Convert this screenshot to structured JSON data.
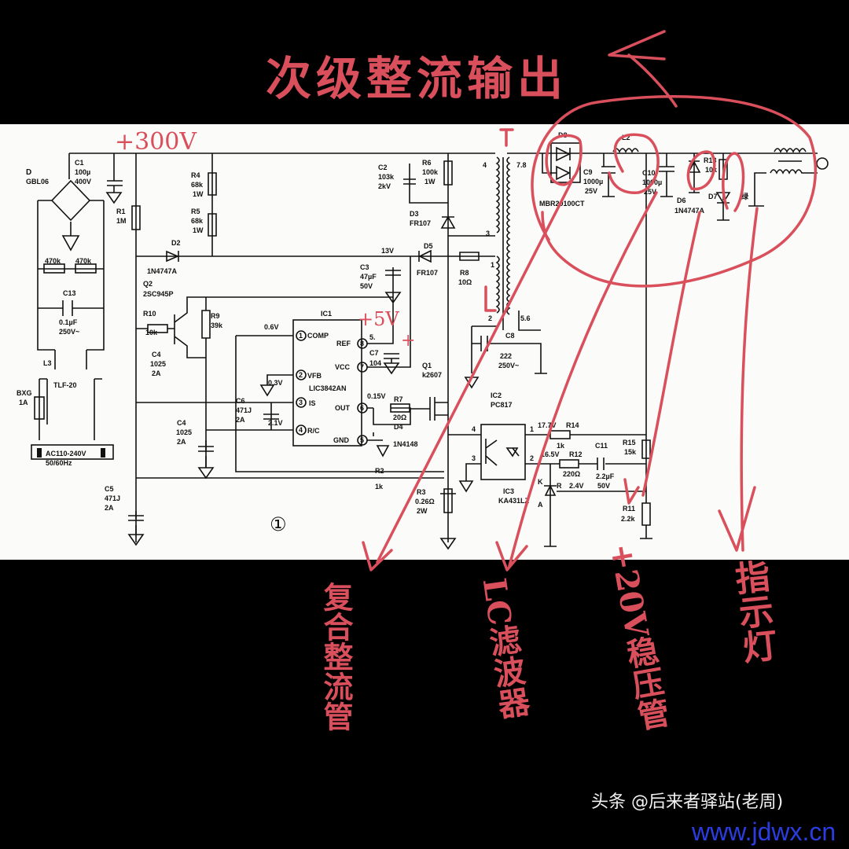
{
  "annotations": {
    "title": "次级整流输出",
    "v300": "+300V",
    "v5": "+5V",
    "plus": "+",
    "bottom": [
      "复合整流管",
      "LC滤波器",
      "+20V稳压管",
      "指示灯"
    ]
  },
  "watermark": {
    "author": "头条 @后来者驿站(老周)",
    "site": "www.jdwx.cn"
  },
  "colors": {
    "annotation": "#d9505c",
    "paper": "#fbfbfa",
    "ink": "#111111",
    "site": "#2b3de0"
  },
  "primary": {
    "d": [
      "D",
      "GBL06"
    ],
    "c1": [
      "C1",
      "100µ",
      "400V"
    ],
    "r1": [
      "R1",
      "1M"
    ],
    "r4": [
      "R4",
      "68k",
      "1W"
    ],
    "r5": [
      "R5",
      "68k",
      "1W"
    ],
    "d2": [
      "D2",
      "1N4747A"
    ],
    "r470": [
      "470k",
      "470k"
    ],
    "c13": [
      "C13",
      "0.1µF",
      "250V~"
    ],
    "l3": [
      "L3",
      "TLF-20"
    ],
    "fuse": [
      "BXG",
      "1A"
    ],
    "ac": [
      "AC110-240V",
      "50/60Hz"
    ],
    "q2": [
      "Q2",
      "2SC945P"
    ],
    "r10": [
      "R10",
      "10k"
    ],
    "r9": [
      "R9",
      "39k"
    ],
    "c4a": [
      "C4",
      "1025",
      "2A"
    ],
    "c4b": [
      "C4",
      "1025",
      "2A"
    ],
    "c5": [
      "C5",
      "471J",
      "2A"
    ],
    "c6": [
      "C6",
      "471J",
      "2A"
    ],
    "ic1": {
      "name": "IC1",
      "part": "LIC3842AN",
      "pins": [
        "1",
        "2",
        "3",
        "4",
        "5",
        "6",
        "7",
        "8"
      ],
      "pin_labels": [
        "COMP",
        "VFB",
        "IS",
        "R/C",
        "GND",
        "OUT",
        "VCC",
        "REF"
      ],
      "volts": [
        "0.6V",
        "0.3V",
        "2.1V",
        "0.15V",
        "5."
      ]
    },
    "c2": [
      "C2",
      "103k",
      "2kV"
    ],
    "r6": [
      "R6",
      "100k",
      "1W"
    ],
    "d3": [
      "D3",
      "FR107"
    ],
    "v13": "13V",
    "c3": [
      "C3",
      "47µF",
      "50V"
    ],
    "d5": [
      "D5",
      "FR107"
    ],
    "r8": [
      "R8",
      "10Ω"
    ],
    "c7": [
      "C7",
      "104"
    ],
    "q1": [
      "Q1",
      "k2607"
    ],
    "r7": [
      "R7",
      "20Ω"
    ],
    "d4": [
      "D4",
      "1N4148"
    ],
    "r2": [
      "R2",
      "1k"
    ],
    "r3": [
      "R3",
      "0.26Ω",
      "2W"
    ],
    "sheet_no": "①"
  },
  "transformer": {
    "pins": [
      "4",
      "3",
      "1",
      "2",
      "7.8",
      "5.6"
    ],
    "mark": "T"
  },
  "secondary": {
    "d8": [
      "D8",
      "MBR20100CT"
    ],
    "c9": [
      "C9",
      "1000µ",
      "25V"
    ],
    "l2": "L2",
    "c10": [
      "C10",
      "1000µ",
      "25V"
    ],
    "r13": [
      "R13",
      "10k"
    ],
    "d6": [
      "D6",
      "1N4747A"
    ],
    "d7": [
      "D7",
      "绿"
    ],
    "c8": [
      "C8",
      "222",
      "250V~"
    ],
    "ic2": [
      "IC2",
      "PC817"
    ],
    "ic2_pins": [
      "4",
      "3",
      "1",
      "2"
    ],
    "r14": [
      "17.7V",
      "R14",
      "1k"
    ],
    "r12": [
      "16.5V",
      "R12",
      "220Ω"
    ],
    "c11": [
      "C11",
      "2.2µF",
      "50V"
    ],
    "r15": [
      "R15",
      "15k"
    ],
    "ic3": [
      "IC3",
      "KA431LZ"
    ],
    "ic3_pins": [
      "K",
      "R",
      "A"
    ],
    "v24": "2.4V",
    "r11": [
      "R11",
      "2.2k"
    ]
  }
}
